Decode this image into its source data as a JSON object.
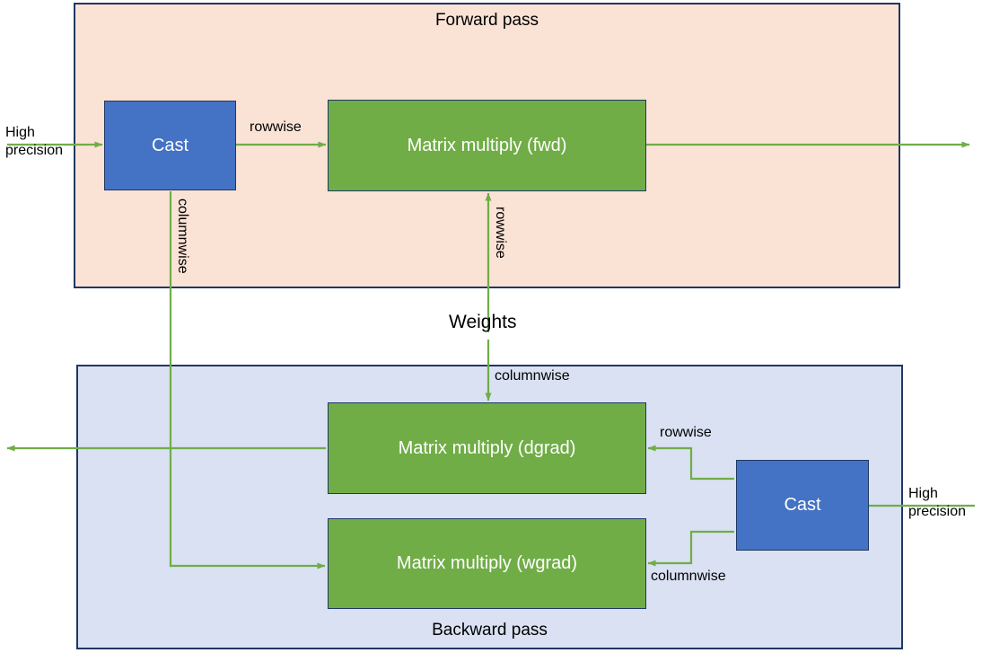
{
  "diagram": {
    "title_forward": "Forward pass",
    "title_backward": "Backward pass",
    "center_label": "Weights"
  },
  "nodes": {
    "cast_fwd": "Cast",
    "matmul_fwd": "Matrix multiply (fwd)",
    "matmul_dgrad": "Matrix multiply (dgrad)",
    "matmul_wgrad": "Matrix multiply (wgrad)",
    "cast_bwd": "Cast"
  },
  "labels": {
    "high_precision_left_line1": "High",
    "high_precision_left_line2": "precision",
    "high_precision_right_line1": "High",
    "high_precision_right_line2": "precision",
    "rowwise_cast_to_fwd": "rowwise",
    "columnwise_cast_down": "columnwise",
    "rowwise_weights_up": "rowwise",
    "columnwise_weights_down": "columnwise",
    "rowwise_cast_bwd_to_dgrad": "rowwise",
    "columnwise_cast_bwd_to_wgrad": "columnwise"
  },
  "colors": {
    "forward_fill": "#FAE2D5",
    "backward_fill": "#D9E1F2",
    "box_border": "#1F3864",
    "node_blue": "#4472C4",
    "node_green": "#70AD47",
    "arrow_green": "#70AD47"
  }
}
